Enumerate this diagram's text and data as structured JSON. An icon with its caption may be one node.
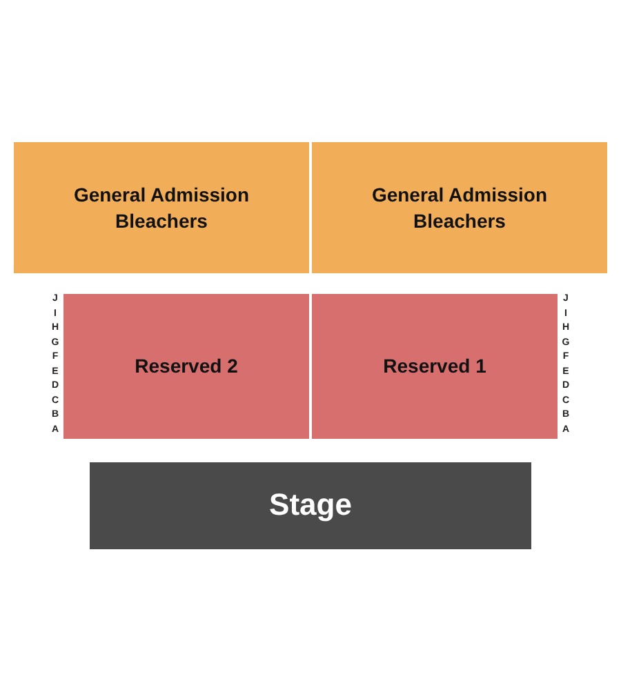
{
  "diagram": {
    "nodes": [
      {
        "text": [
          "General Admission Bleachers"
        ]
      },
      {
        "text": [
          "General Admission Bleachers"
        ]
      },
      {
        "text": [
          "Reserved 2"
        ]
      },
      {
        "text": [
          "Reserved 1"
        ]
      },
      {
        "text": [
          "Stage"
        ]
      }
    ],
    "labels": [
      "J",
      "I",
      "H",
      "G",
      "F",
      "E",
      "D",
      "C",
      "B",
      "A",
      "J",
      "I",
      "H",
      "G",
      "F",
      "E",
      "D",
      "C",
      "B",
      "A"
    ]
  }
}
